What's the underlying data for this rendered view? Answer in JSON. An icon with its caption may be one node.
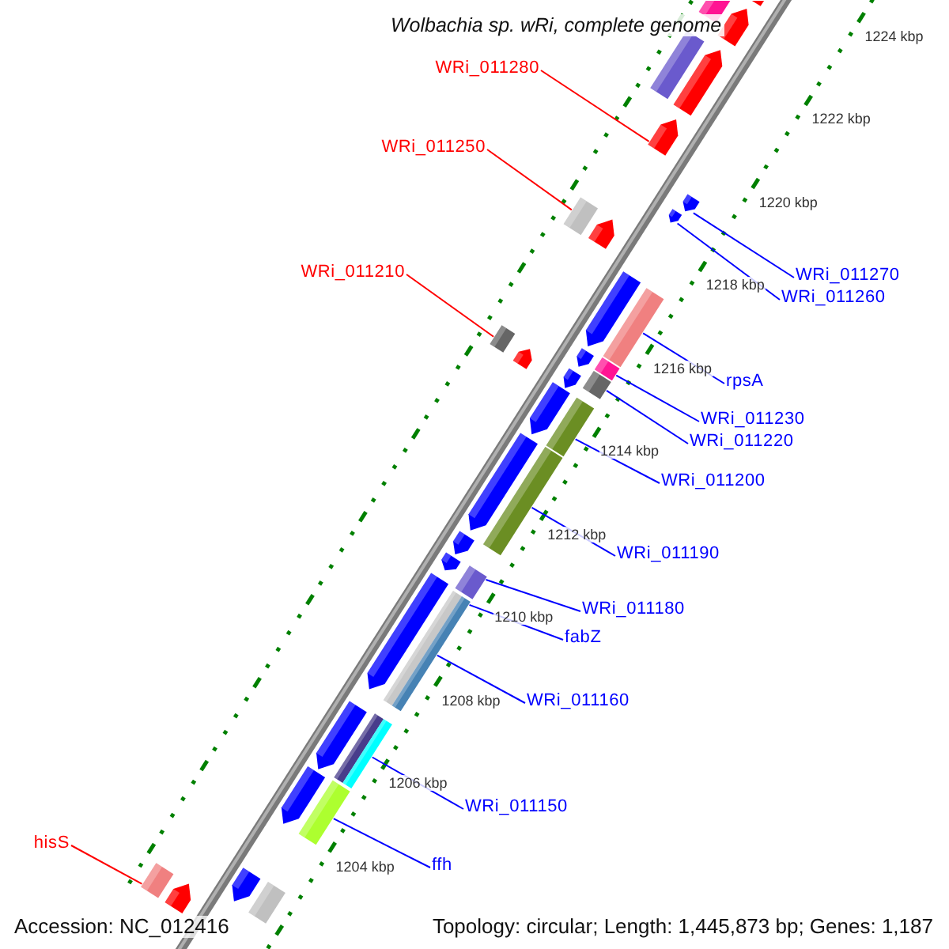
{
  "diagram": {
    "title": "Wolbachia sp. wRi, complete genome",
    "nodes": [
      {
        "text": [
          "WRi_011280"
        ]
      },
      {
        "text": [
          "WRi_011250"
        ]
      },
      {
        "text": [
          "WRi_011210"
        ]
      },
      {
        "text": [
          "WRi_011270"
        ]
      },
      {
        "text": [
          "WRi_011260"
        ]
      },
      {
        "text": [
          "rpsA"
        ]
      },
      {
        "text": [
          "WRi_011230"
        ]
      },
      {
        "text": [
          "WRi_011220"
        ]
      },
      {
        "text": [
          "WRi_011200"
        ]
      },
      {
        "text": [
          "WRi_011190"
        ]
      },
      {
        "text": [
          "WRi_011180"
        ]
      },
      {
        "text": [
          "fabZ"
        ]
      },
      {
        "text": [
          "WRi_011160"
        ]
      },
      {
        "text": [
          "WRi_011150"
        ]
      },
      {
        "text": [
          "hisS"
        ]
      },
      {
        "text": [
          "ffh"
        ]
      },
      {
        "text": [],
        "shape": "bar"
      },
      {
        "text": [],
        "shape": "arrow"
      },
      {
        "text": [],
        "shape": "arrow"
      },
      {
        "text": [],
        "shape": "bar"
      },
      {
        "text": [],
        "shape": "arrow"
      },
      {
        "text": [],
        "shape": "arrow"
      },
      {
        "text": [],
        "shape": "arrow"
      },
      {
        "text": [],
        "shape": "bar"
      },
      {
        "text": [],
        "shape": "arrow"
      },
      {
        "text": [],
        "shape": "arrow"
      },
      {
        "text": [],
        "shape": "arrow"
      },
      {
        "text": [],
        "shape": "bar"
      },
      {
        "text": [],
        "shape": "bar"
      },
      {
        "text": [],
        "shape": "arrow"
      },
      {
        "text": [],
        "shape": "arrow"
      },
      {
        "text": [],
        "shape": "bar"
      },
      {
        "text": [],
        "shape": "arrow"
      },
      {
        "text": [],
        "shape": "bar"
      },
      {
        "text": [],
        "shape": "arrow"
      },
      {
        "text": [],
        "shape": "bar"
      },
      {
        "text": [],
        "shape": "arrow"
      },
      {
        "text": [],
        "shape": "bar"
      },
      {
        "text": [],
        "shape": "arrow"
      },
      {
        "text": [],
        "shape": "arrow"
      },
      {
        "text": [],
        "shape": "bar"
      },
      {
        "text": [],
        "shape": "arrow"
      },
      {
        "text": [],
        "shape": "bar"
      },
      {
        "text": [],
        "shape": "bar"
      },
      {
        "text": [],
        "shape": "arrow"
      },
      {
        "text": [],
        "shape": "bar"
      },
      {
        "text": [],
        "shape": "bar"
      },
      {
        "text": [],
        "shape": "arrow"
      },
      {
        "text": [],
        "shape": "bar"
      },
      {
        "text": [],
        "shape": "bar"
      },
      {
        "text": [],
        "shape": "arrow"
      },
      {
        "text": [],
        "shape": "arrow"
      },
      {
        "text": [],
        "shape": "bar"
      }
    ],
    "edges": [
      {
        "from": 0,
        "to": 21,
        "arrow": "none",
        "color": "#ff0000"
      },
      {
        "from": 1,
        "to": 23,
        "arrow": "none",
        "color": "#ff0000"
      },
      {
        "from": 2,
        "to": 28,
        "arrow": "none",
        "color": "#ff0000"
      },
      {
        "from": 3,
        "to": 22,
        "arrow": "none"
      },
      {
        "from": 4,
        "to": 24,
        "arrow": "none"
      },
      {
        "from": 5,
        "to": 27,
        "arrow": "none"
      },
      {
        "from": 6,
        "to": 31,
        "arrow": "none"
      },
      {
        "from": 7,
        "to": 33,
        "arrow": "none"
      },
      {
        "from": 8,
        "to": 35,
        "arrow": "none"
      },
      {
        "from": 9,
        "to": 37,
        "arrow": "none"
      },
      {
        "from": 10,
        "to": 40,
        "arrow": "none"
      },
      {
        "from": 11,
        "to": 43,
        "arrow": "none"
      },
      {
        "from": 12,
        "to": 43,
        "arrow": "none"
      },
      {
        "from": 13,
        "to": 46,
        "arrow": "none"
      },
      {
        "from": 14,
        "to": 49,
        "arrow": "none",
        "color": "#ff0000"
      },
      {
        "from": 15,
        "to": 48,
        "arrow": "none"
      }
    ],
    "labels": [
      "1224 kbp",
      "1222 kbp",
      "1220 kbp",
      "1218 kbp",
      "1216 kbp",
      "1214 kbp",
      "1212 kbp",
      "1210 kbp",
      "1208 kbp",
      "1206 kbp",
      "1204 kbp",
      "Accession: NC_012416",
      "Topology: circular; Length: 1,445,873 bp; Genes: 1,187"
    ]
  }
}
